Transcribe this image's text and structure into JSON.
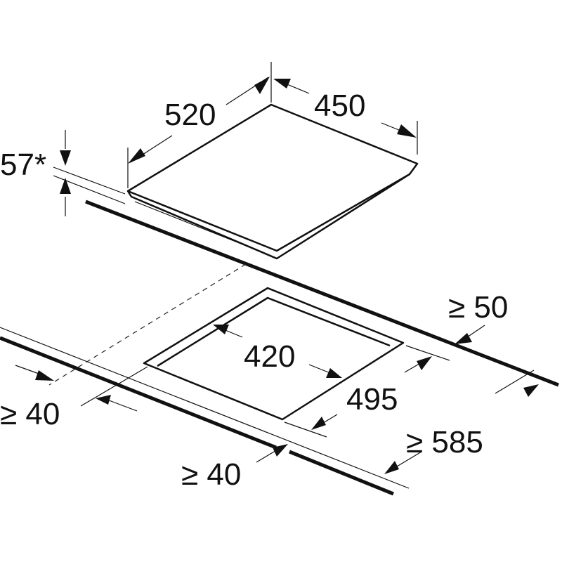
{
  "labels": {
    "hob_depth": "520",
    "hob_width": "450",
    "hob_height": "57*",
    "cutout_width": "420",
    "cutout_depth": "495",
    "clearance_back": "≥ 50",
    "clearance_front": "≥ 40",
    "clearance_side": "≥ 40",
    "worktop_depth": "≥ 585"
  },
  "colors": {
    "line": "#111111",
    "background": "#ffffff"
  }
}
